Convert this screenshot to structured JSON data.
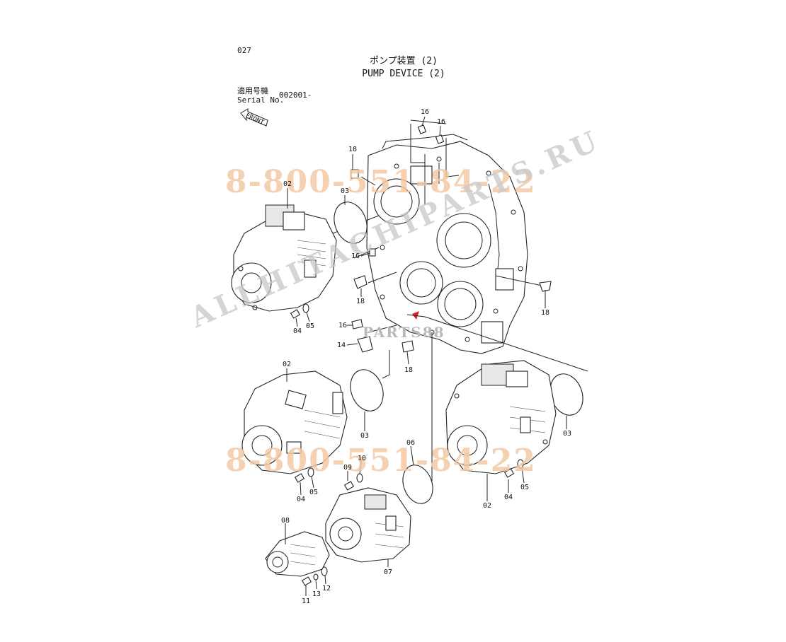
{
  "page_number": "027",
  "title_jp": "ポンプ装置 (2)",
  "title_en": "PUMP DEVICE (2)",
  "serial": {
    "label_jp": "適用号機",
    "label_en": "Serial No.",
    "value": "002001-"
  },
  "front_label": "FRONT",
  "watermarks": {
    "phone_top": "8-800-551-84-22",
    "phone_mid": "8-800-551-84-22",
    "site_main": "ALLHITACHIPARTS.RU",
    "site_small": "PARTS88"
  },
  "callouts": {
    "c16a": "16",
    "c16b": "16",
    "c18a": "18",
    "c02a": "02",
    "c03a": "03",
    "c16c": "16",
    "c18b": "18",
    "c18c": "18",
    "c16d": "16",
    "c14": "14",
    "c18d": "18",
    "c04a": "04",
    "c05a": "05",
    "c02b": "02",
    "c03b": "03",
    "c04b": "04",
    "c05b": "05",
    "c09": "09",
    "c10": "10",
    "c06": "06",
    "c03c": "03",
    "c02c": "02",
    "c04c": "04",
    "c05c": "05",
    "c08": "08",
    "c07": "07",
    "c11": "11",
    "c12": "12",
    "c13": "13"
  },
  "colors": {
    "line": "#222222",
    "watermark_phone": "#f4c8a4",
    "watermark_site": "#c8c8c8",
    "marker": "#e02020"
  }
}
